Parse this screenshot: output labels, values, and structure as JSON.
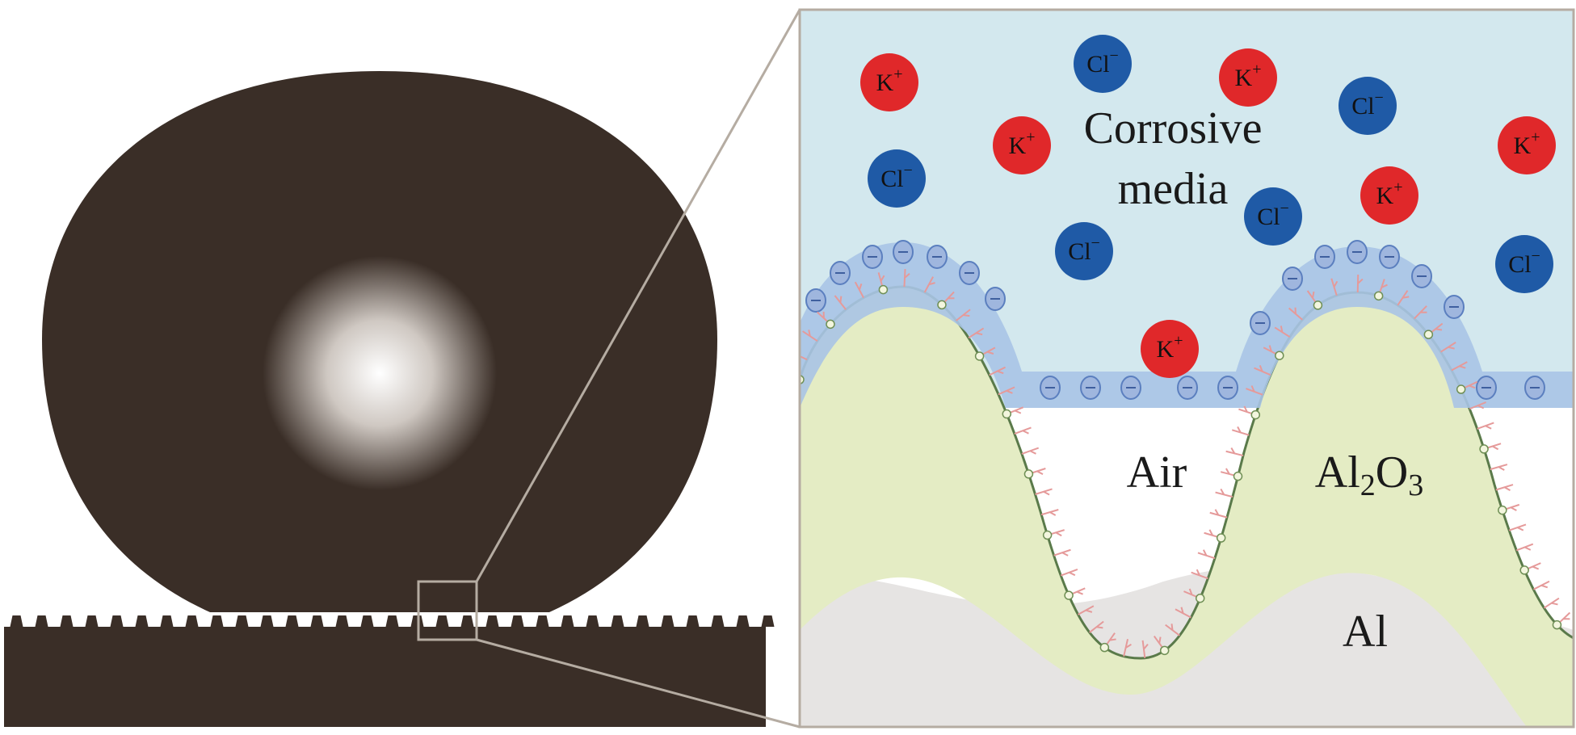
{
  "diagram": {
    "labels": {
      "corrosive_line1": "Corrosive",
      "corrosive_line2": "media",
      "air": "Air",
      "al2o3_base": "Al",
      "al2o3_sub1": "2",
      "al2o3_mid": "O",
      "al2o3_sub2": "3",
      "al": "Al"
    },
    "ions": {
      "potassium": {
        "symbol": "K",
        "charge": "+",
        "color": "#e0282a"
      },
      "chloride": {
        "symbol": "Cl",
        "charge": "−",
        "color": "#1f5aa6"
      }
    },
    "colors": {
      "droplet": "#3a2e27",
      "substrate": "#3a2e27",
      "liquid": "#d3e8ee",
      "film": "#a9c4e6",
      "oxide": "#e4ecc4",
      "aluminum": "#e6e4e3",
      "connector": "#b5aca2",
      "chains": "#e59a9a"
    }
  }
}
